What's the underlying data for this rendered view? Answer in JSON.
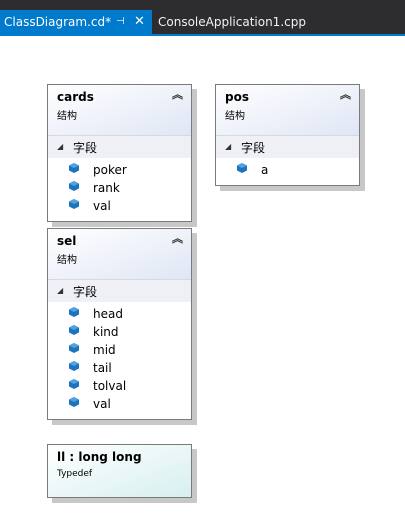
{
  "tabs": {
    "active": {
      "label": "ClassDiagram.cd*",
      "pin_icon": "pin-icon",
      "close_icon": "close-icon"
    },
    "inactive": {
      "label": "ConsoleApplication1.cpp"
    }
  },
  "colors": {
    "tab_active": "#007acc",
    "tab_bar": "#2d2d30",
    "struct_header": "#dfe6f5",
    "typedef_fill": "#d7efef",
    "field_icon": "#1e73be"
  },
  "shapes": {
    "cards": {
      "title": "cards",
      "kind": "结构",
      "section": "字段",
      "fields": [
        "poker",
        "rank",
        "val"
      ]
    },
    "pos": {
      "title": "pos",
      "kind": "结构",
      "section": "字段",
      "fields": [
        "a"
      ]
    },
    "sel": {
      "title": "sel",
      "kind": "结构",
      "section": "字段",
      "fields": [
        "head",
        "kind",
        "mid",
        "tail",
        "tolval",
        "val"
      ]
    },
    "ll": {
      "title": "ll : long long",
      "kind": "Typedef"
    }
  }
}
